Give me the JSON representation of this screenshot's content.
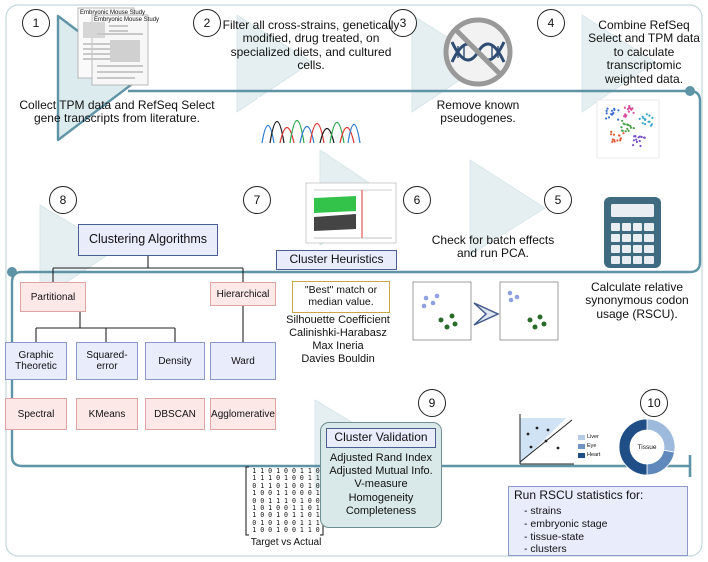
{
  "steps": {
    "s1": {
      "num": "1",
      "text": "Collect TPM data and RefSeq Select gene transcripts from literature."
    },
    "s2": {
      "num": "2",
      "text": "Filter all cross-strains, genetically modified, drug treated, on specialized diets, and cultured cells."
    },
    "s3": {
      "num": "3",
      "text": "Remove known pseudogenes."
    },
    "s4": {
      "num": "4",
      "text": "Combine RefSeq Select and TPM data to calculate transcriptomic weighted data."
    },
    "s5": {
      "num": "5",
      "text": "Calculate relative synonymous codon usage (RSCU)."
    },
    "s6": {
      "num": "6",
      "text": "Check for batch effects and run PCA."
    },
    "s7": {
      "num": "7"
    },
    "s8": {
      "num": "8"
    },
    "s9": {
      "num": "9"
    },
    "s10": {
      "num": "10"
    }
  },
  "papers": {
    "title1": "Embryonic Mouse Study",
    "title2": "Embryonic Mouse Study"
  },
  "heuristics": {
    "title": "Cluster Heuristics",
    "best": "\"Best\" match or median value.",
    "metrics": [
      "Silhouette Coefficient",
      "Calinishki-Harabasz",
      "Max Ineria",
      "Davies Bouldin"
    ]
  },
  "clustering": {
    "title": "Clustering Algorithms",
    "partitional": "Partitional",
    "hierarchical": "Hierarchical",
    "methods": [
      "Graphic Theoretic",
      "Squared-error",
      "Density",
      "Ward"
    ],
    "algorithms": [
      "Spectral",
      "KMeans",
      "DBSCAN",
      "Agglomerative"
    ]
  },
  "validation": {
    "title": "Cluster Validation",
    "metrics": [
      "Adjusted Rand Index",
      "Adjusted Mutual Info.",
      "V-measure",
      "Homogeneity",
      "Completeness"
    ]
  },
  "matrix": {
    "rows": [
      "1 1 0 1 0 0 1 1 0",
      "1 1 1 0 1 0 0 1 1",
      "0 1 1 0 1 0 0 1 0",
      "1 0 0 1 1 0 0 0 1",
      "0 0 1 1 1 0 1 0 0",
      "1 0 1 0 0 1 1 0 1",
      "1 0 0 1 0 1 1 0 1",
      "0 1 0 1 0 0 1 1 1",
      "1 0 0 1 0 0 1 1 0"
    ],
    "label": "Target vs Actual"
  },
  "donut": {
    "center": "Tissue",
    "legend": [
      "Liver",
      "Eye",
      "Heart"
    ],
    "values": [
      0.28,
      0.22,
      0.5
    ],
    "colors": [
      "#9db9dc",
      "#5f88bd",
      "#1f4f86"
    ]
  },
  "rscu": {
    "title": "Run RSCU statistics for:",
    "items": [
      "strains",
      "embryonic stage",
      "tissue-state",
      "clusters"
    ]
  },
  "colors": {
    "teal": "#5f93a6",
    "tealLight": "#dcebee",
    "boxBlue": "#e8ecfb",
    "boxPink": "#fde8e8",
    "validation": "#d9e8e8"
  }
}
